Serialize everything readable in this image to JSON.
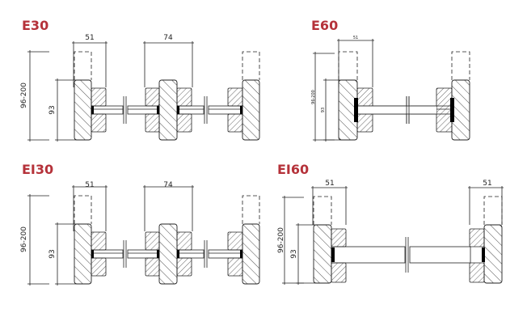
{
  "colors": {
    "title": "#b5323a",
    "line": "#222222",
    "gasket": "#000000"
  },
  "panels": [
    {
      "id": "e30",
      "title": "E30",
      "dim_width_post": "51",
      "dim_width_center": "74",
      "dim_height_total": "96-200",
      "dim_height_post": "93"
    },
    {
      "id": "e60",
      "title": "E60",
      "dim_width_post": "51",
      "dim_height_total": "96-200",
      "dim_height_post": "93"
    },
    {
      "id": "ei30",
      "title": "EI30",
      "dim_width_post": "51",
      "dim_width_center": "74",
      "dim_height_total": "96-200",
      "dim_height_post": "93"
    },
    {
      "id": "ei60",
      "title": "EI60",
      "dim_width_post": "51",
      "dim_width_post_right": "51",
      "dim_height_total": "96-200",
      "dim_height_post": "93"
    }
  ]
}
